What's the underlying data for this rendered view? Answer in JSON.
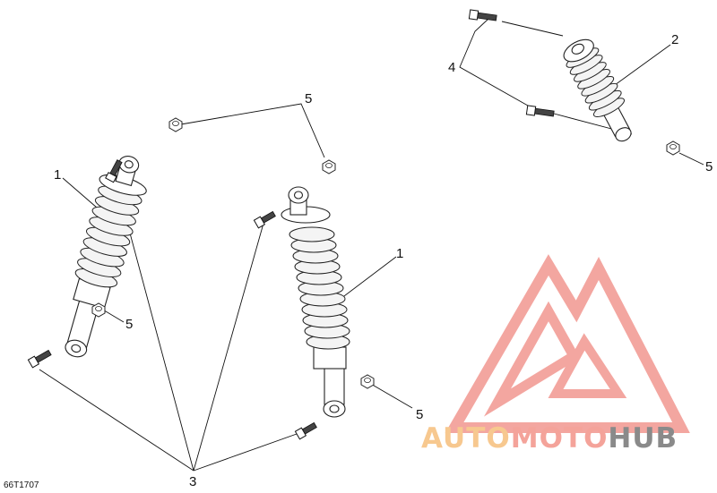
{
  "drawing_code": "66T1707",
  "callouts": {
    "c1a": "1",
    "c1b": "1",
    "c2": "2",
    "c3": "3",
    "c4": "4",
    "c5a": "5",
    "c5b": "5",
    "c5c": "5",
    "c5d": "5"
  },
  "watermark": {
    "auto": "AUTO",
    "moto": "MOTO",
    "hub": "HUB",
    "colors": {
      "auto": "#f7c88f",
      "moto": "#f4a39a",
      "hub": "#8a8a8a",
      "logo": "#f3a6a0"
    }
  }
}
